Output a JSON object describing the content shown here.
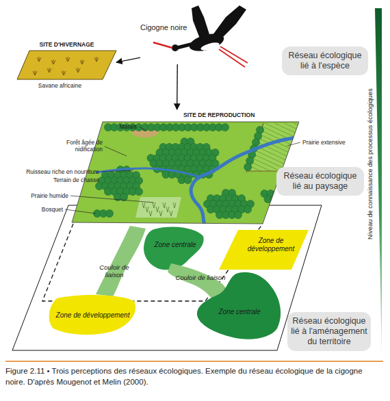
{
  "diagram": {
    "caption": "Figure 2.11 • Trois perceptions des réseaux écologiques. Exemple du réseau écologique de la cigogne noire. D'après Mougenot et Melin (2000).",
    "nodes": [
      {
        "text": [
          "Cigogne noire"
        ]
      },
      {
        "text": [
          "SITE D'HIVERNAGE",
          "Savane africaine"
        ]
      },
      {
        "text": [
          "Réseau écologique lié à l'espèce"
        ]
      },
      {
        "text": [
          "SITE DE REPRODUCTION"
        ]
      },
      {
        "text": [
          "Réseau écologique lié au paysage"
        ]
      },
      {
        "text": [
          "Zone de développement"
        ]
      },
      {
        "text": [
          "Couloir de liaison"
        ]
      },
      {
        "text": [
          "Zone centrale"
        ]
      },
      {
        "text": [
          "Couloir de liaison"
        ]
      },
      {
        "text": [
          "Zone de développement"
        ]
      },
      {
        "text": [
          "Zone centrale"
        ]
      },
      {
        "text": [
          "Réseau écologique lié à l'aménagement du territoire"
        ]
      }
    ],
    "edges": [
      {
        "from": 0,
        "to": 1,
        "arrow": "to"
      },
      {
        "from": 0,
        "to": 3,
        "arrow": "to"
      }
    ],
    "labels": [
      "Marais",
      "Forêt âgée de nidification",
      "Ruisseau riche en nourriture",
      "Terrain de chasse",
      "Prairie humide",
      "Bosquet",
      "Prairie extensive",
      "Niveau de connaissance des processus écologiques"
    ]
  }
}
